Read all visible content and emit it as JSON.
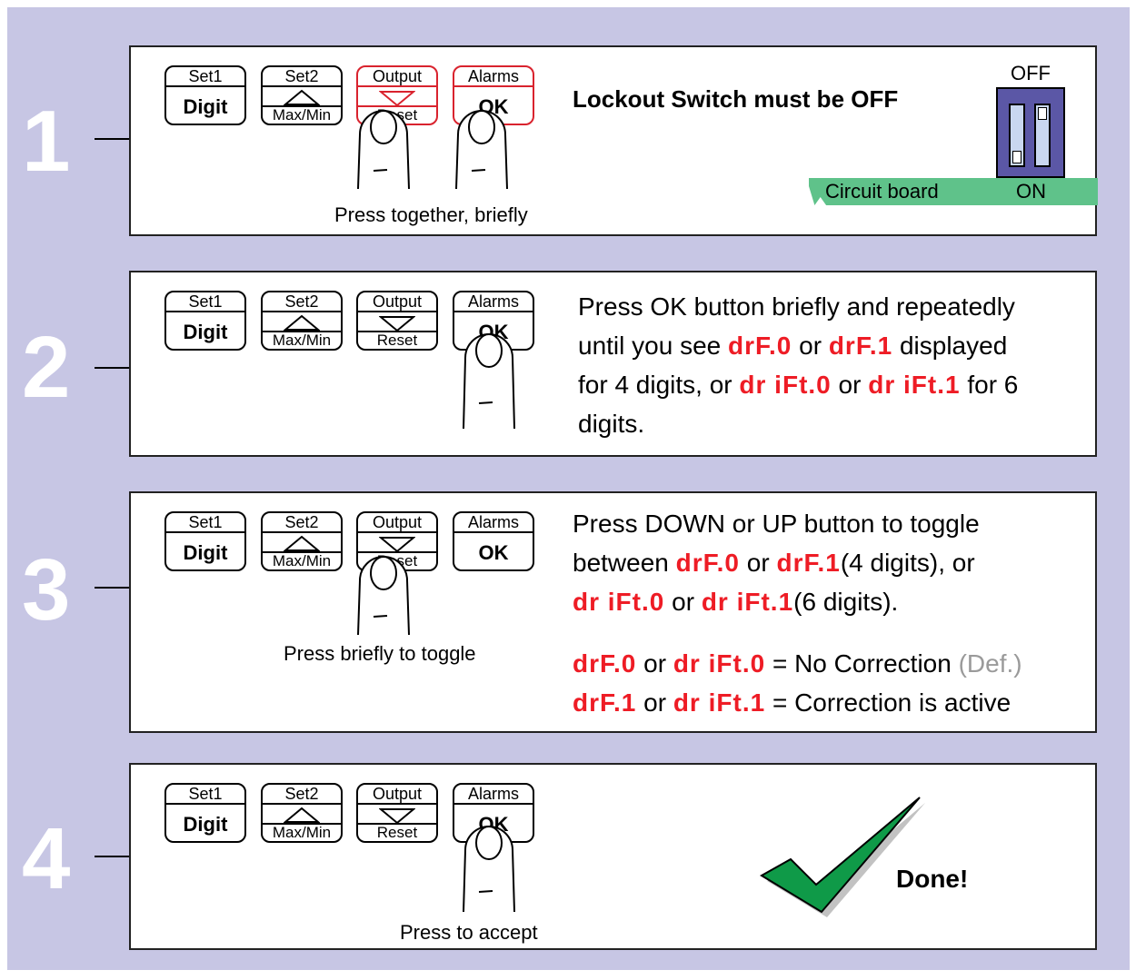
{
  "buttons": {
    "set1": "Set1",
    "digit": "Digit",
    "set2": "Set2",
    "maxmin": "Max/Min",
    "output": "Output",
    "reset": "Reset",
    "alarms": "Alarms",
    "ok": "OK"
  },
  "steps": [
    {
      "number": "1",
      "heading": "Lockout Switch must be OFF",
      "caption": "Press together, briefly",
      "switch_off": "OFF",
      "switch_on": "ON",
      "board_label": "Circuit board"
    },
    {
      "number": "2",
      "line1": "Press OK button briefly and repeatedly",
      "line2_a": "until you see ",
      "code_drf0": "drF.0",
      "or": "or",
      "code_drf1": "drF.1",
      "line2_b": " displayed",
      "line3_a": "for 4 digits, or ",
      "code_drift0": "dr iFt.0",
      "code_drift1": "dr iFt.1",
      "line3_b": " for 6",
      "line4": "digits."
    },
    {
      "number": "3",
      "line1": "Press DOWN or UP  button to toggle",
      "line2_a": "between ",
      "code_drf0": "drF.0",
      "or": "or",
      "code_drf1": "drF.1",
      "line2_b": "(4 digits), or",
      "code_drift0": "dr iFt.0",
      "code_drift1": "dr iFt.1",
      "line3_b": "(6 digits).",
      "caption": "Press briefly to toggle",
      "eq_no": "= No Correction",
      "def": "(Def.)",
      "eq_yes": "= Correction is active"
    },
    {
      "number": "4",
      "caption": "Press to accept",
      "done": "Done!"
    }
  ],
  "colors": {
    "background": "#c7c6e4",
    "red_display": "#ee1c25",
    "switch_blue": "#5b57a6",
    "board_green": "#5fc28a",
    "check_green": "#0f9a48"
  }
}
